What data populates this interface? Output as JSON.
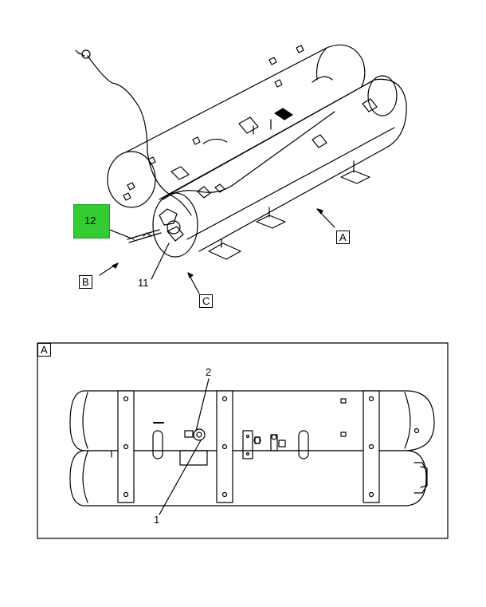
{
  "callouts": {
    "c12": "12",
    "c11": "11",
    "c1": "1",
    "c2": "2"
  },
  "views": {
    "a": "A",
    "b": "B",
    "c": "C",
    "detail_a": "A"
  },
  "colors": {
    "highlight": "#33cc33",
    "line": "#000000"
  }
}
